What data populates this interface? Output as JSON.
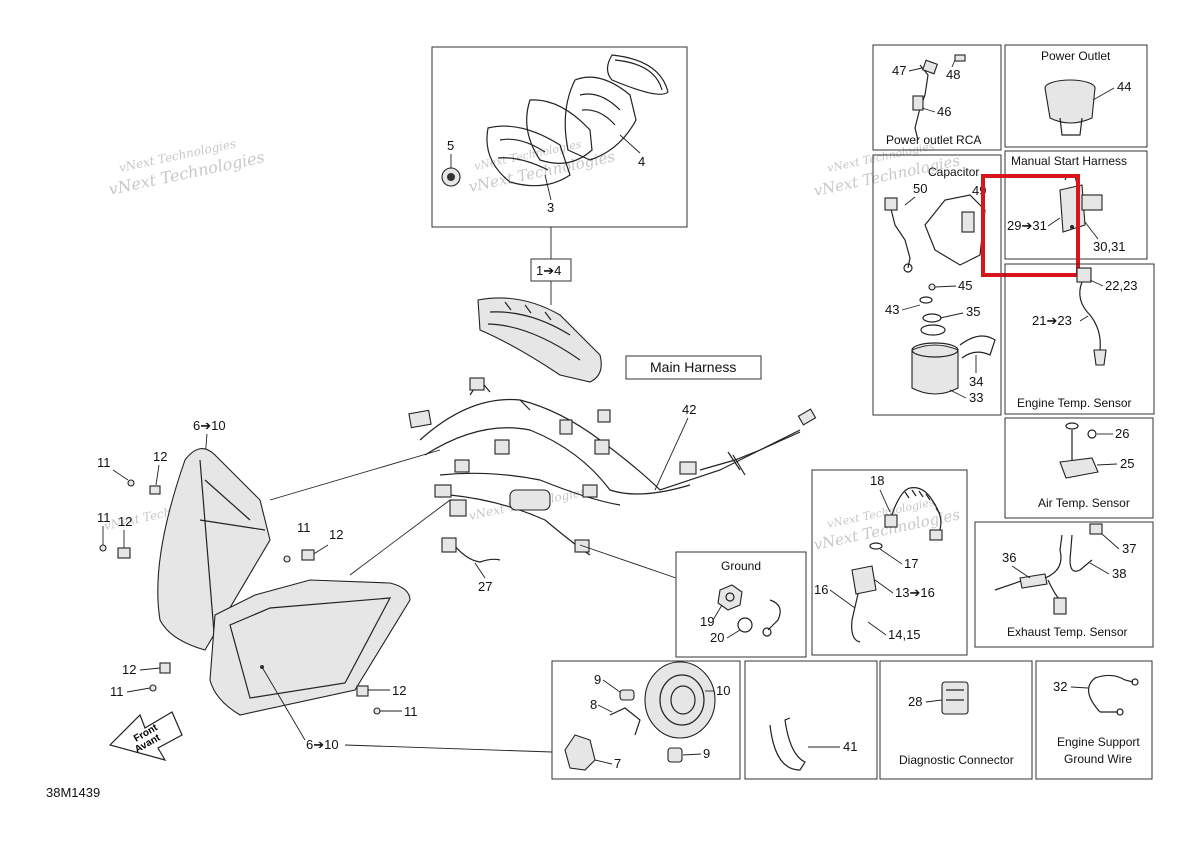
{
  "diagram_id": "38M1439",
  "watermark": "vNext Technologies",
  "highlight_color": "#d9151b",
  "front_arrow": {
    "line1": "Front",
    "line2": "Avant"
  },
  "groups": {
    "gauge_kit": {
      "range": "1➔4",
      "callouts": [
        "5",
        "3",
        "4"
      ]
    },
    "main_harness": {
      "title": "Main Harness",
      "callout": "42"
    },
    "headlight": {
      "range_top": "6➔10",
      "range_bottom": "6➔10"
    },
    "power_outlet_rca": {
      "title": "Power outlet RCA",
      "callouts": [
        "47",
        "48",
        "46"
      ]
    },
    "power_outlet": {
      "title": "Power Outlet",
      "callout": "44"
    },
    "capacitor": {
      "title": "Capacitor",
      "callouts": [
        "50",
        "49",
        "45",
        "43",
        "35",
        "34",
        "33"
      ]
    },
    "manual_start_harness": {
      "title": "Manual Start Harness",
      "range": "29➔31",
      "callout": "30,31"
    },
    "engine_temp_sensor": {
      "title": "Engine Temp. Sensor",
      "range": "21➔23",
      "callout": "22,23"
    },
    "air_temp_sensor": {
      "title": "Air Temp. Sensor",
      "callouts": [
        "26",
        "25"
      ]
    },
    "exhaust_temp_sensor": {
      "title": "Exhaust Temp. Sensor",
      "callouts": [
        "36",
        "37",
        "38"
      ]
    },
    "tether": {
      "callouts": [
        "18",
        "17",
        "16",
        "14,15"
      ],
      "range": "13➔16"
    },
    "ground": {
      "title": "Ground",
      "callouts": [
        "19",
        "20"
      ]
    },
    "bulb_kit": {
      "callouts": [
        "9",
        "8",
        "10",
        "7",
        "9"
      ]
    },
    "clamp": {
      "callout": "41"
    },
    "diagnostic_connector": {
      "title": "Diagnostic Connector",
      "callout": "28"
    },
    "engine_support_ground": {
      "title_line1": "Engine Support",
      "title_line2": "Ground Wire",
      "callout": "32"
    }
  },
  "left_callouts": [
    "11",
    "12",
    "11",
    "12",
    "11",
    "12",
    "12",
    "11",
    "12",
    "11"
  ],
  "harness_callout_27": "27"
}
